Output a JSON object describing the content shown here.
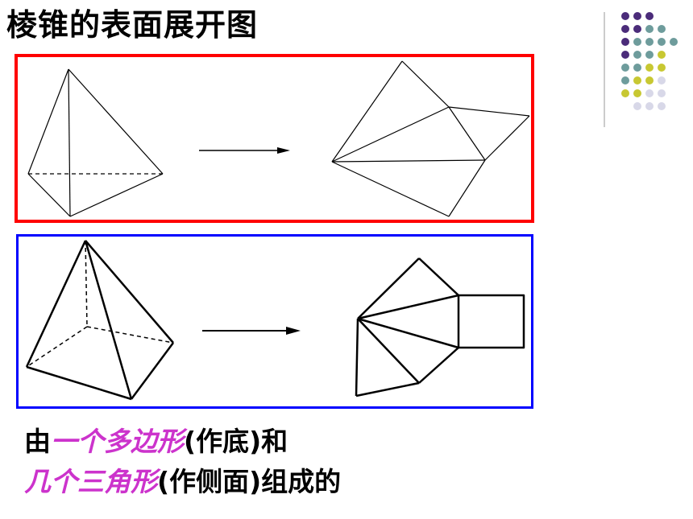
{
  "title": "棱锥的表面展开图",
  "caption": {
    "line1": {
      "prefix": "由",
      "highlight": "一个多边形",
      "suffix": "(作底)和"
    },
    "line2": {
      "highlight": "几个三角形",
      "suffix": "(作侧面)组成的"
    }
  },
  "colors": {
    "red_frame": "#ff0000",
    "blue_frame": "#0000ff",
    "highlight_text": "#cc33cc",
    "dot_purple": "#4b2c7a",
    "dot_teal": "#6e9c9c",
    "dot_yellow": "#c8c832",
    "dot_light": "#d8d8e8"
  }
}
